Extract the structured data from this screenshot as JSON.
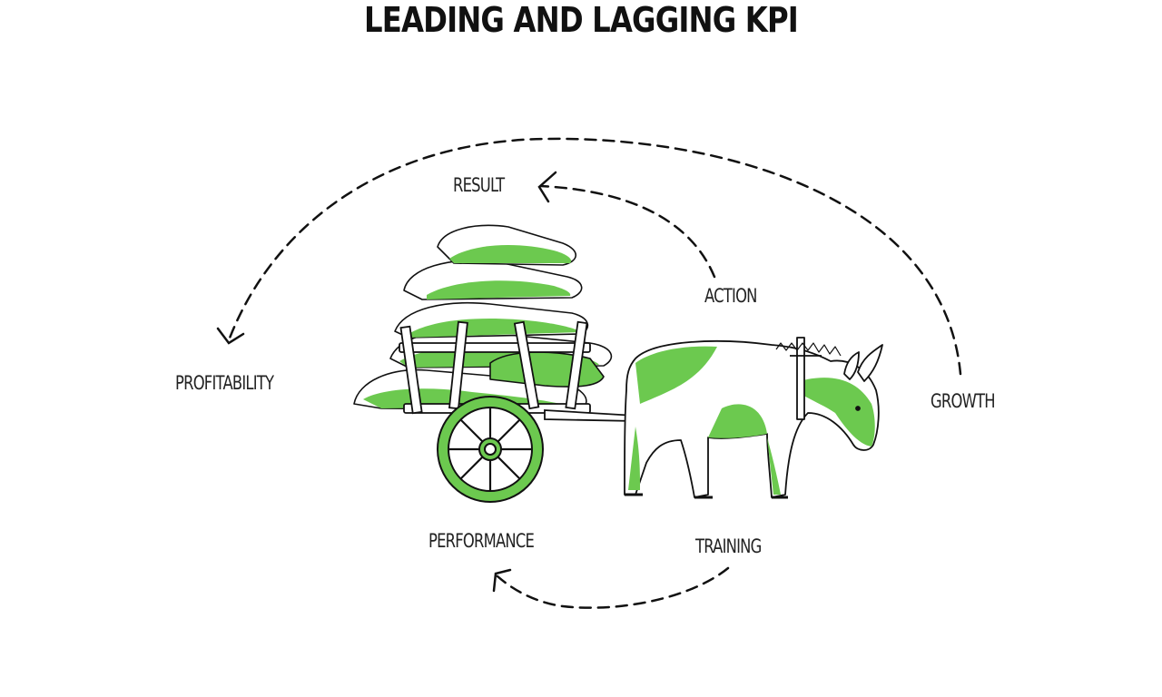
{
  "title": "LEADING AND LAGGING KPI",
  "labels": {
    "result": "RESULT",
    "action": "ACTION",
    "profitability": "PROFITABILITY",
    "growth": "GROWTH",
    "performance": "PERFORMANCE",
    "training": "TRAINING"
  },
  "colors": {
    "accent_green": "#6cc94f",
    "ink": "#111111"
  }
}
